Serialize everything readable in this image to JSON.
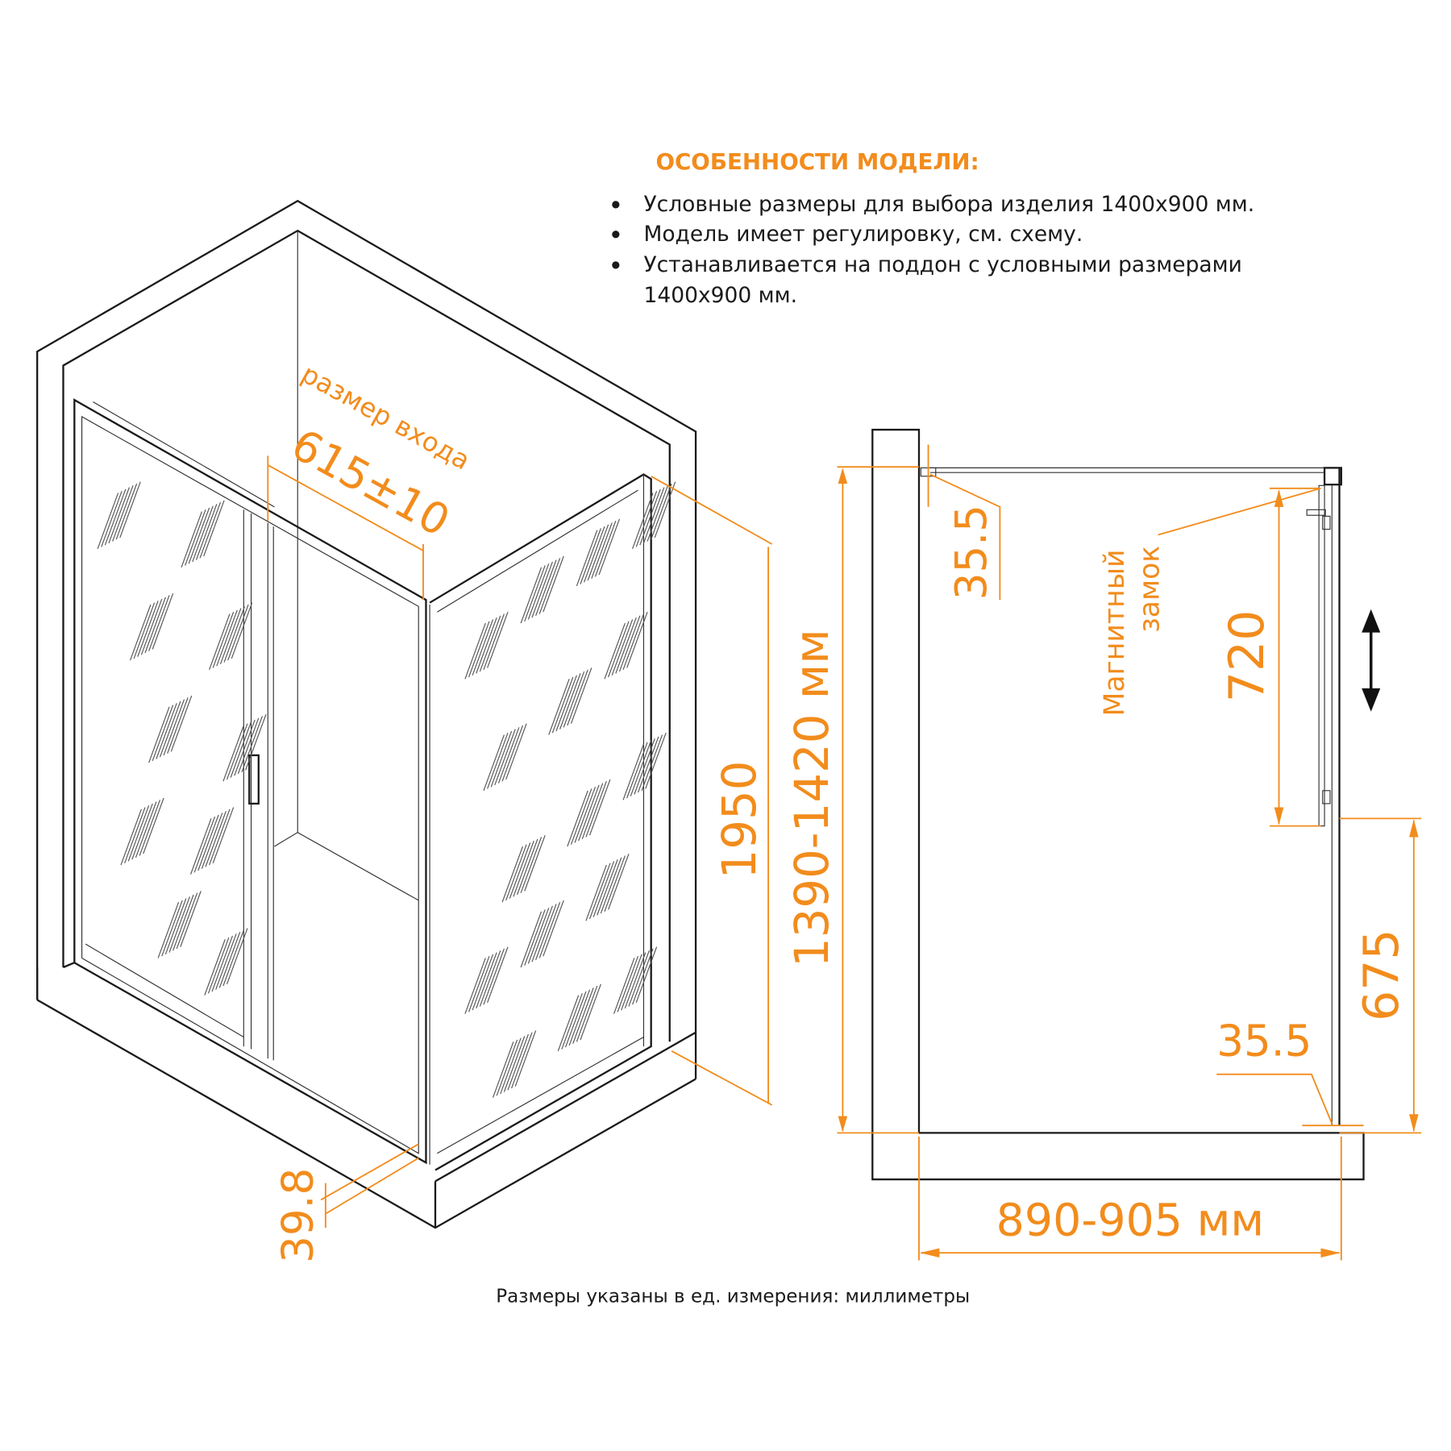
{
  "features": {
    "title": "ОСОБЕННОСТИ МОДЕЛИ:",
    "items": [
      "Условные размеры для выбора изделия 1400x900 мм.",
      "Модель имеет регулировку,  см.  схему.",
      "Устанавливается на поддон с условными размерами",
      "1400x900 мм."
    ]
  },
  "iso_view": {
    "entry_label": "размер входа",
    "entry_size": "615±10",
    "height": "1950",
    "bottom_offset": "39.8"
  },
  "side_view": {
    "width_range": "1390-1420 мм",
    "top_offset": "35.5",
    "magnet_label_1": "Магнитный",
    "magnet_label_2": "замок",
    "door_height": "720",
    "fixed_height": "675",
    "bottom_offset": "35.5",
    "depth_range": "890-905 мм"
  },
  "footer": "Размеры указаны в ед. измерения: миллиметры",
  "colors": {
    "accent": "#f28c1c",
    "line": "#1a1a1a"
  }
}
